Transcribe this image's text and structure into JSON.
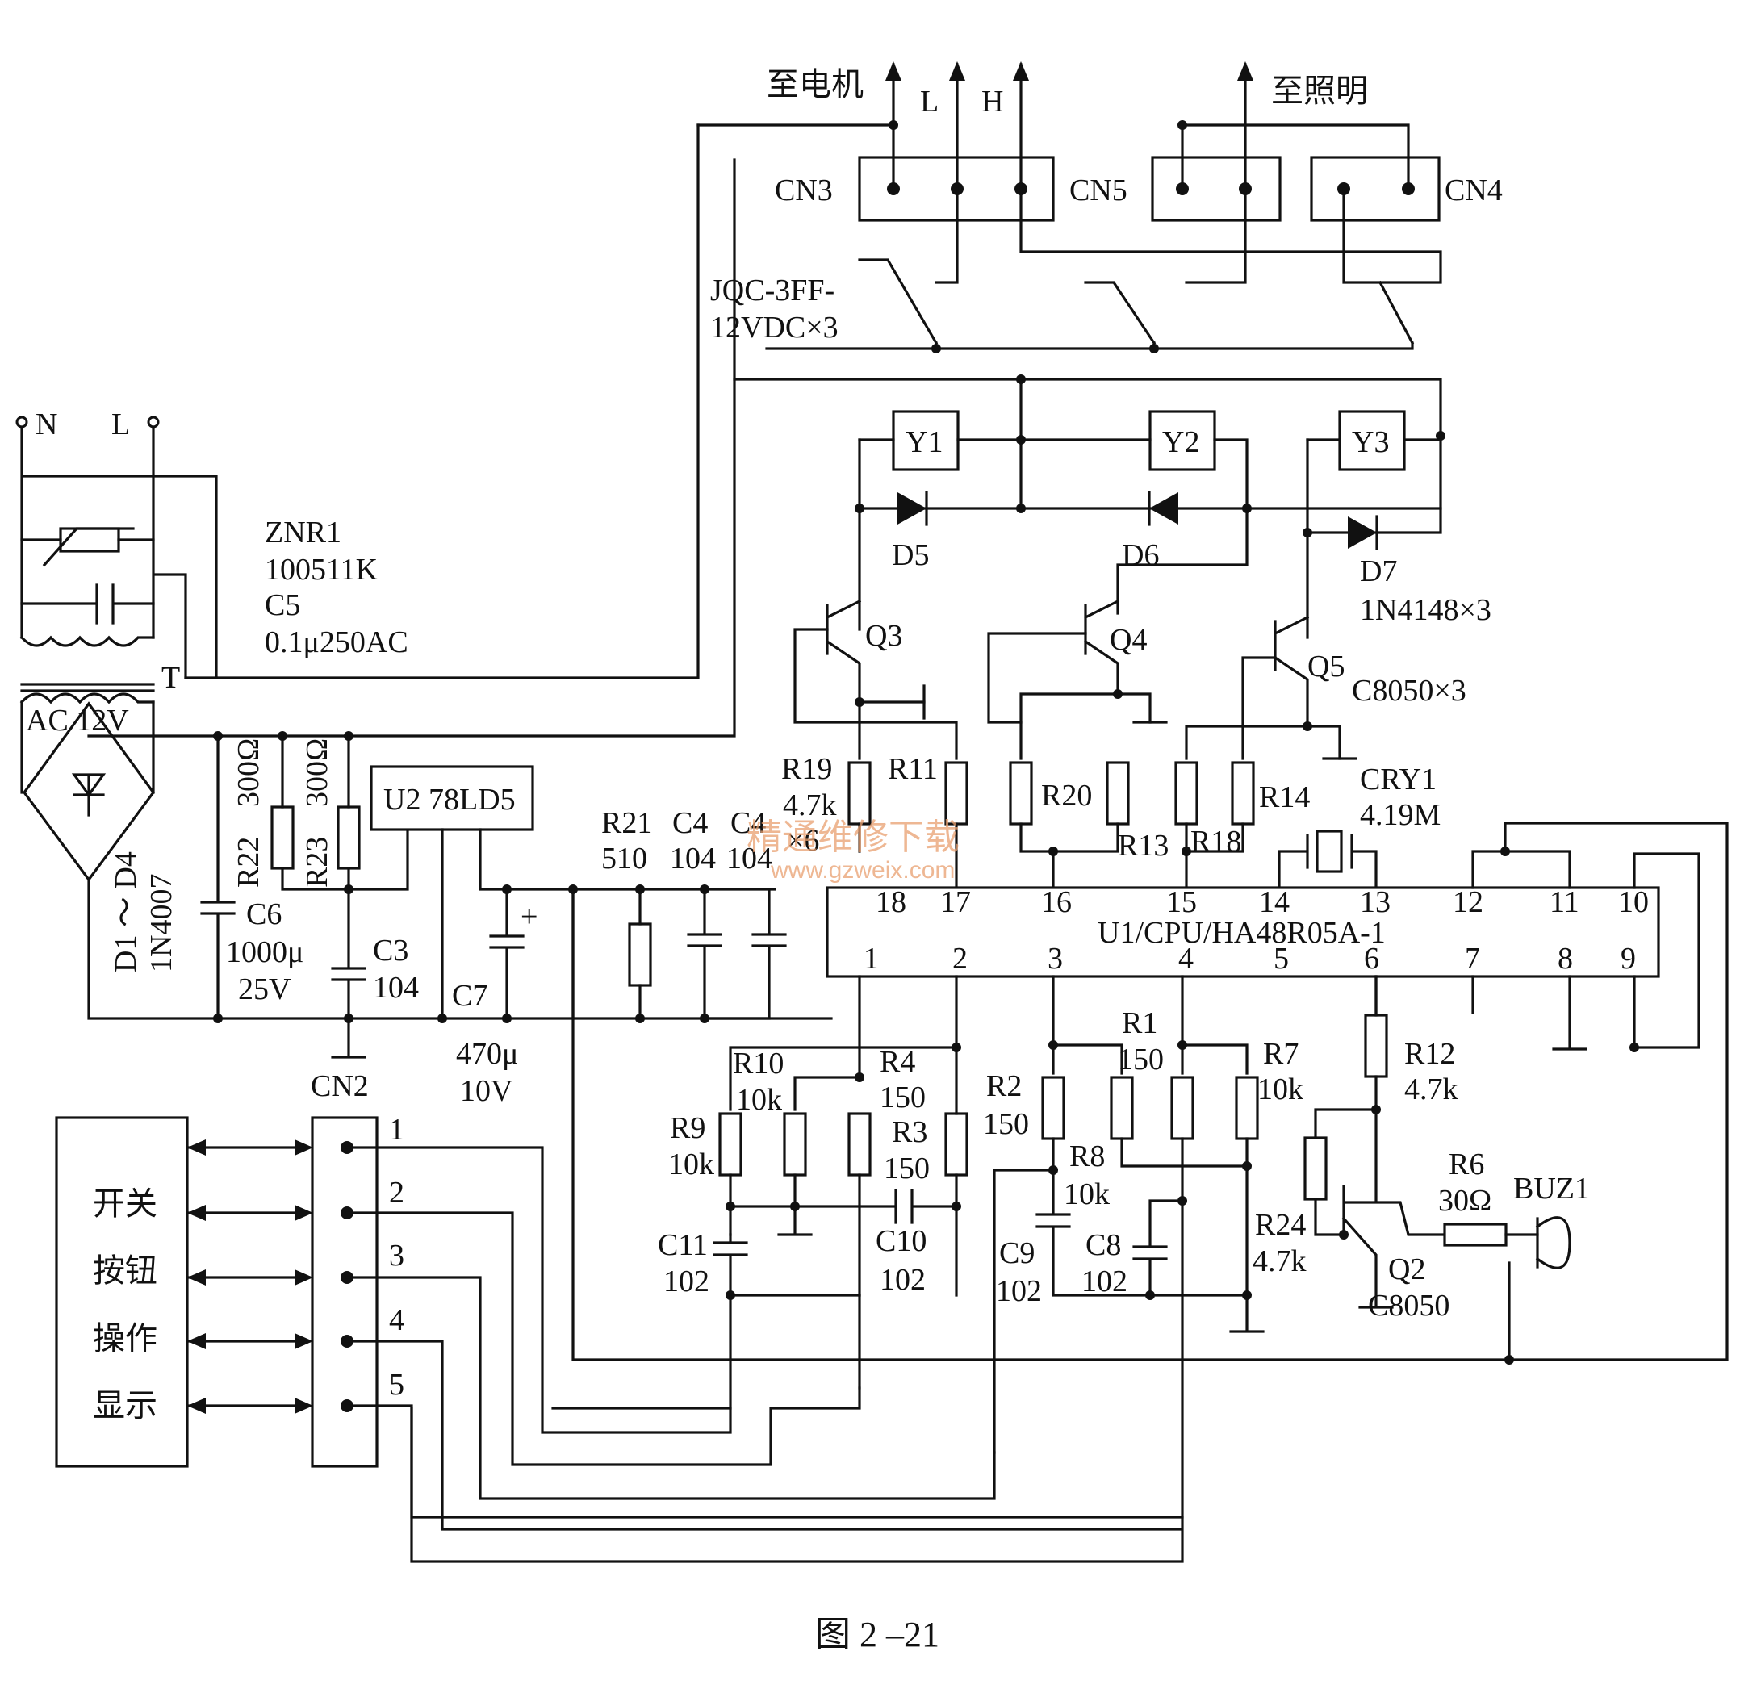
{
  "figure": {
    "caption": "图 2 –21"
  },
  "watermark": {
    "text": "精通维修下载",
    "url": "www.gzweix.com"
  },
  "power_input": {
    "n": "N",
    "l": "L"
  },
  "varistor": {
    "name": "ZNR1",
    "value": "100511K"
  },
  "cap_c5": {
    "name": "C5",
    "value": "0.1μ250AC"
  },
  "transformer": {
    "name": "T",
    "secondary": "AC 12V"
  },
  "bridge": {
    "name": "D1 ～ D4",
    "value": "1N4007"
  },
  "resistors": {
    "r22": {
      "name": "R22",
      "value": "300Ω"
    },
    "r23": {
      "name": "R23",
      "value": "300Ω"
    },
    "r21": {
      "name": "R21",
      "value": "510"
    },
    "r19": {
      "name": "R19",
      "value": "4.7k"
    },
    "r11": {
      "name": "R11"
    },
    "r20": {
      "name": "R20"
    },
    "r13": {
      "name": "R13"
    },
    "r18": {
      "name": "R18"
    },
    "r14": {
      "name": "R14"
    },
    "r10": {
      "name": "R10",
      "value": "10k"
    },
    "r9": {
      "name": "R9",
      "value": "10k"
    },
    "r4": {
      "name": "R4",
      "value": "150"
    },
    "r3": {
      "name": "R3",
      "value": "150"
    },
    "r2": {
      "name": "R2",
      "value": "150"
    },
    "r1": {
      "name": "R1",
      "value": "150"
    },
    "r7": {
      "name": "R7",
      "value": "10k"
    },
    "r8": {
      "name": "R8",
      "value": "10k"
    },
    "r12": {
      "name": "R12",
      "value": "4.7k"
    },
    "r24": {
      "name": "R24",
      "value": "4.7k"
    },
    "r6": {
      "name": "R6",
      "value": "30Ω"
    }
  },
  "capacitors": {
    "c6": {
      "name": "C6",
      "value": "1000μ",
      "voltage": "25V"
    },
    "c3": {
      "name": "C3",
      "value": "104"
    },
    "c7": {
      "name": "C7",
      "value": "470μ",
      "voltage": "10V"
    },
    "c4a": {
      "name": "C4",
      "value": "104"
    },
    "c4b": {
      "name": "C4",
      "value": "104"
    },
    "c4_count": "×6",
    "c11": {
      "name": "C11",
      "value": "102"
    },
    "c10": {
      "name": "C10",
      "value": "102"
    },
    "c9": {
      "name": "C9",
      "value": "102"
    },
    "c8": {
      "name": "C8",
      "value": "102"
    }
  },
  "regulator": {
    "name": "U2 78LD5"
  },
  "relays": {
    "model_line1": "JQC-3FF-",
    "model_line2": "12VDC×3",
    "y1": "Y1",
    "y2": "Y2",
    "y3": "Y3"
  },
  "diodes": {
    "d5": "D5",
    "d6": "D6",
    "d7": "D7",
    "type": "1N4148×3"
  },
  "transistors": {
    "q3": "Q3",
    "q4": "Q4",
    "q5": "Q5",
    "type": "C8050×3",
    "q2": "Q2",
    "q2_type": "C8050"
  },
  "crystal": {
    "name": "CRY1",
    "value": "4.19M"
  },
  "buzzer": {
    "name": "BUZ1"
  },
  "plus_sign": "+",
  "connectors": {
    "cn2": "CN2",
    "cn3": "CN3",
    "cn4": "CN4",
    "cn5": "CN5",
    "cn2_pins": [
      "1",
      "2",
      "3",
      "4",
      "5"
    ]
  },
  "outputs": {
    "motor": "至电机",
    "low": "L",
    "high": "H",
    "lighting": "至照明"
  },
  "cpu": {
    "name": "U1/CPU/HA48R05A-1",
    "top_pins": [
      "18",
      "17",
      "16",
      "15",
      "14",
      "13",
      "12",
      "11",
      "10"
    ],
    "bottom_pins": [
      "1",
      "2",
      "3",
      "4",
      "5",
      "6",
      "7",
      "8",
      "9"
    ]
  },
  "panel": {
    "lines": [
      "开关",
      "按钮",
      "操作",
      "显示"
    ]
  }
}
